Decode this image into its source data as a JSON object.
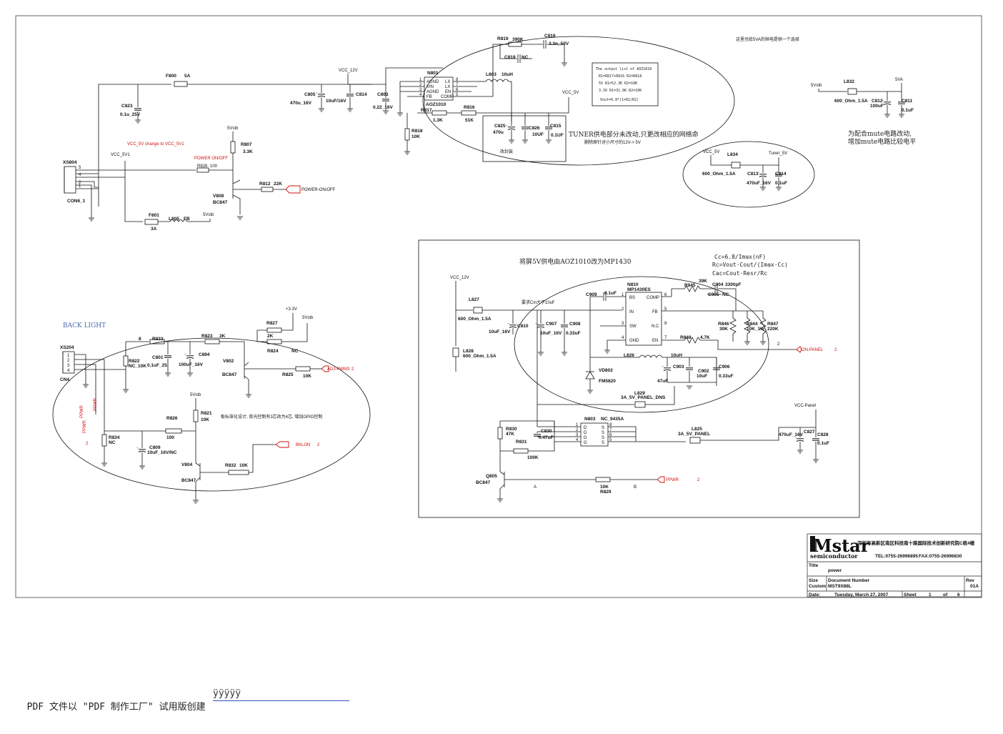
{
  "company": {
    "logo": "Mstar semiconductor",
    "address": "深圳市高新区南区科技南十路国际技术创新研究院C栋4楼",
    "phone": "TEL:0755-26996895",
    "fax": "FAX:0755-26996830"
  },
  "titleblock": {
    "title_label": "Title",
    "title": "power",
    "size_label": "Size",
    "size": "Custom",
    "docnum_label": "Document Number",
    "docnum": "MST9X88L",
    "rev_label": "Rev",
    "rev": "01A",
    "date_label": "Date:",
    "date": "Tuesday, March 27, 2007",
    "sheet_label": "Sheet",
    "sheet": "1",
    "of_label": "of",
    "sheets": "6"
  },
  "notes": {
    "top_right": "这里也给5VA的供电提供一个选择",
    "tuner": "TUNER供电部分未改动,只更改相应的网络命",
    "tuner_sub": "删除原针对小尺寸的12V-> 5V",
    "mute": "为配合mute电路改动,",
    "mute2": "增加mute电路比较电平",
    "panel_title": "将屏5V供电由AOZ1010改为MP1430",
    "cc1": "Cc=6.8/Imax(nF)",
    "cc2": "Rc=Vout·Cout/(Imax·Cc)",
    "cc3": "Cac=Cout·Resr/Rc",
    "cin": "要求Cin大于10uF",
    "backlight": "BACK LIGHT",
    "bl_note": "板标准化设计, 背光控制有3芯改为4芯, 增加GPIO控制",
    "vcc_change": "VCC_5V change to VCC_5V1",
    "power_onoff": "POWER ON/OFF",
    "tantalum": "改封装"
  },
  "output_table": [
    "The output list of AOZ1010",
    "R1=R817+R816  R2=R818",
    "5V  R1=52.3K   R2=10K",
    "3.3V R1=31.6K  R2=10K",
    "Vout=0.8*(1+R1/R2)"
  ],
  "labels": {
    "F800": "F800",
    "F800v": "5A",
    "C823": "C823",
    "C823v": "0.1u_25V",
    "XS804": "XS804",
    "CON6": "CON6_1",
    "VCC_5V1": "VCC_5V1",
    "R826a": "R826",
    "R826av": "100",
    "F801": "F801",
    "F801v": "3A",
    "L805": "L805",
    "L805v": "FB",
    "Vstb1": "5Vstb",
    "R807": "R807",
    "R807v": "3.3K",
    "Vstb2": "5Vstb",
    "R812": "R812",
    "R812v": "22K",
    "V808": "V808",
    "V808v": "BC847",
    "pwr_onoff": "POWER-ON/OFF",
    "VCC12a": "VCC_12V",
    "C805": "C805",
    "C805v": "470u_16V",
    "C814": "C814",
    "C814v": "10uF/16V",
    "C803": "C803",
    "C803v": "0.22_16V",
    "N801": "N801",
    "N801v": "AOZ1010",
    "pin_agnd": "AGND",
    "pin_vin": "VIN",
    "pin_agnd2": "AGND",
    "pin_fb": "FB",
    "pin_lx": "LX",
    "pin_lx2": "LX",
    "pin_en": "EN",
    "pin_comp": "COMP",
    "R819": "R819",
    "R819v": "390K",
    "C818": "C818",
    "C818v": "3.3n_50V",
    "C819": "C819",
    "C819v": "NC",
    "L803": "L803",
    "L803v": "10uH",
    "VCC5V": "VCC_5V",
    "R817": "R817",
    "R817v": "1.3K",
    "R816": "R816",
    "R816v": "51K",
    "R818": "R818",
    "R818v": "10K",
    "C825": "C825",
    "C825v": "470u",
    "C826": "C826",
    "C826v": "10UF",
    "C815": "C815",
    "C815v": "0.1UF",
    "Vstb3": "5Vstb",
    "L832": "L832",
    "L832v": "600_Ohm_1.5A",
    "VA5": "5VA",
    "C812": "C812",
    "C812v": "100uF",
    "C811": "C811",
    "C811v": "0.1uF",
    "VCC5Vb": "VCC_5V",
    "L834": "L834",
    "L834v": "600_Ohm_1.5A",
    "Tuner5V": "Tuner_5V",
    "C813": "C813",
    "C813v": "470uF_16V",
    "C814b": "C814",
    "C814bv": "0.1uF",
    "VCC12b": "VCC_12V",
    "L827": "L827",
    "L827v": "600_Ohm_1.5A",
    "L828": "L828",
    "L828v": "600_Ohm_1.5A",
    "C810": "C810",
    "C810v": "10uF_16V",
    "C907": "C907",
    "C907v": "10uF_16V",
    "C908": "C908",
    "C908v": "0.33uF",
    "C909": "C909",
    "C909v": "0.1uF",
    "N810": "N810",
    "N810v": "MP1430ES",
    "pin_bs": "BS",
    "pin_in": "IN",
    "pin_sw": "SW",
    "pin_gnd": "GND",
    "pin_comp2": "COMP",
    "pin_fb2": "FB",
    "pin_nc": "N.C",
    "pin_en2": "EN",
    "R845": "R845",
    "R845v": "39K",
    "C904": "C904",
    "C904v": "3300pF",
    "C905": "C905",
    "C905v": "NC",
    "R846": "R846",
    "R846v": "30K",
    "R844": "R844",
    "R844v": "10K_1%",
    "R847": "R847",
    "R847v": "220K",
    "R848": "R848",
    "R848v": "4.7K",
    "on_panel": "ON-PANEL",
    "L826": "L826",
    "L826v": "10uH",
    "VD802": "VD802",
    "VD802v": "FM5820",
    "C903": "C903",
    "C903v": "47uF",
    "C902": "C902",
    "C902v": "10uF",
    "C906": "C906",
    "C906v": "0.33uF",
    "L829": "L829",
    "L829v": "3A_5V_PANEL_DNS",
    "N803": "N803",
    "N803v": "NC_9435A",
    "R830": "R830",
    "R830v": "47K",
    "C830": "C830",
    "C830v": "0.47uF",
    "R831": "R831",
    "R831v": "100K",
    "L825": "L825",
    "L825v": "3A_5V_PANEL",
    "VCCPanel": "VCC-Panel",
    "C827": "C827",
    "C827v": "470uF_16V",
    "C828": "C828",
    "C828v": "0.1uF",
    "Q805": "Q805",
    "Q805v": "BC847",
    "R829": "R829",
    "R829v": "10K",
    "ppwr": "PPWR",
    "XS204": "XS204",
    "CN4": "CN4",
    "R833": "R833",
    "R823": "R823",
    "R823v": "3K",
    "V33": "+3.3V",
    "Vstb4": "5Vstb",
    "R827": "R827",
    "R827v": "2K",
    "R824": "R824",
    "R824v": "NC",
    "R822": "R822",
    "R822v": "NC_10K",
    "C801": "C801",
    "C801v": "0.1uF_25",
    "C894": "C894",
    "C894v": "100uF_16V",
    "V802": "V802",
    "V802v": "BC847",
    "R825": "R825",
    "R825v": "10K",
    "adj_pwm": "ADJ-PWM3",
    "Vstb5": "5Vstb",
    "R821": "R821",
    "R821v": "10K",
    "R826": "R826",
    "R826v": "100",
    "R834": "R834",
    "R834v": "NC",
    "C809": "C809",
    "C809v": "10uF_16V/NC",
    "V804": "V804",
    "V804v": "BC847",
    "R832": "R832",
    "R832v": "10K",
    "bklon": "BKLON",
    "ppwr_v": "PPWR",
    "ppwr_v2": "PPWR"
  },
  "footer": {
    "text": "PDF 文件以 \"PDF 制作工厂\" 试用版创建",
    "tail": "ÿÿÿÿÿ"
  }
}
